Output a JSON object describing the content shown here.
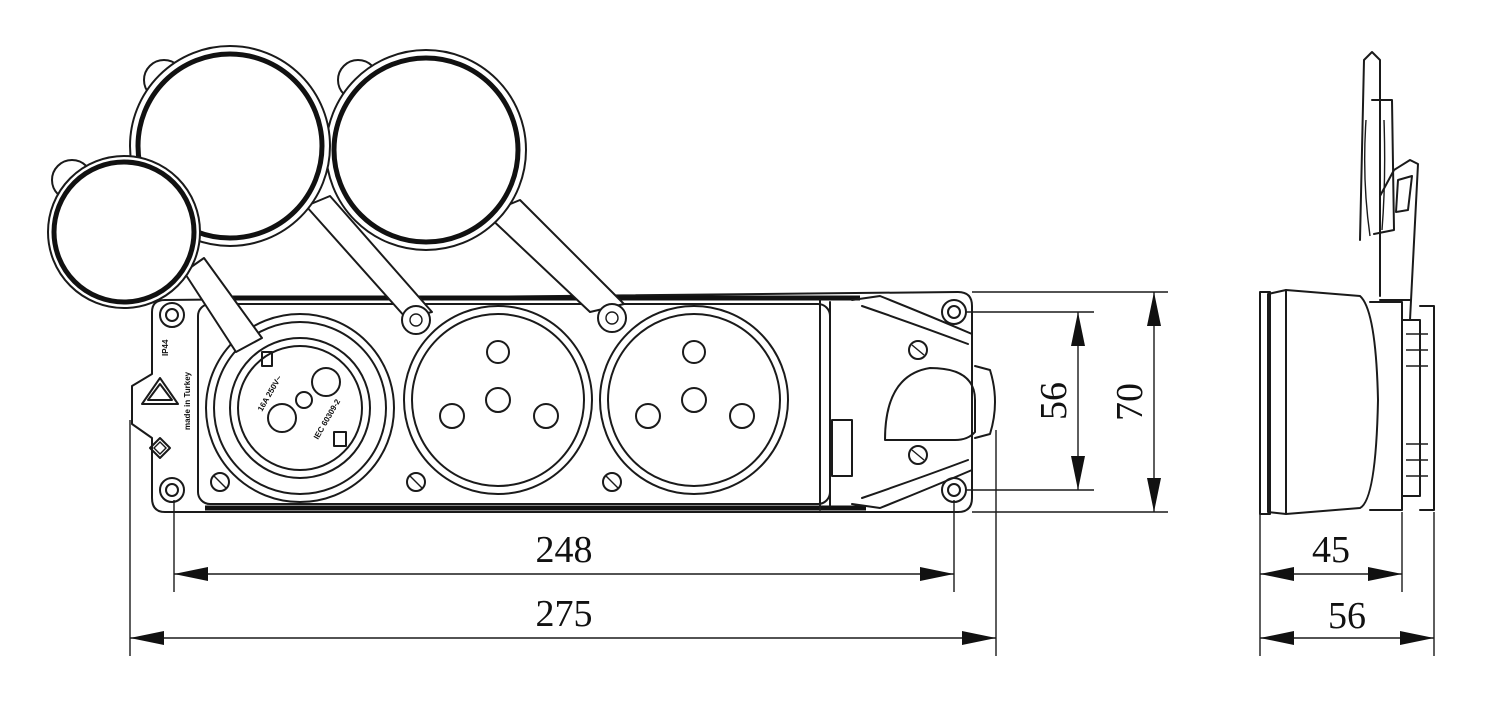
{
  "dimensions": {
    "inner_width": "248",
    "outer_width": "275",
    "inner_height": "56",
    "outer_height": "70",
    "side_inner_depth": "45",
    "side_outer_depth": "56"
  },
  "markings": {
    "ip_rating": "IP44",
    "made_in": "made in Turkey",
    "socket_rating": "16A 250V~",
    "socket_standard": "IEC 60309-2"
  },
  "colors": {
    "line": "#1a1a1a",
    "background": "#ffffff"
  }
}
